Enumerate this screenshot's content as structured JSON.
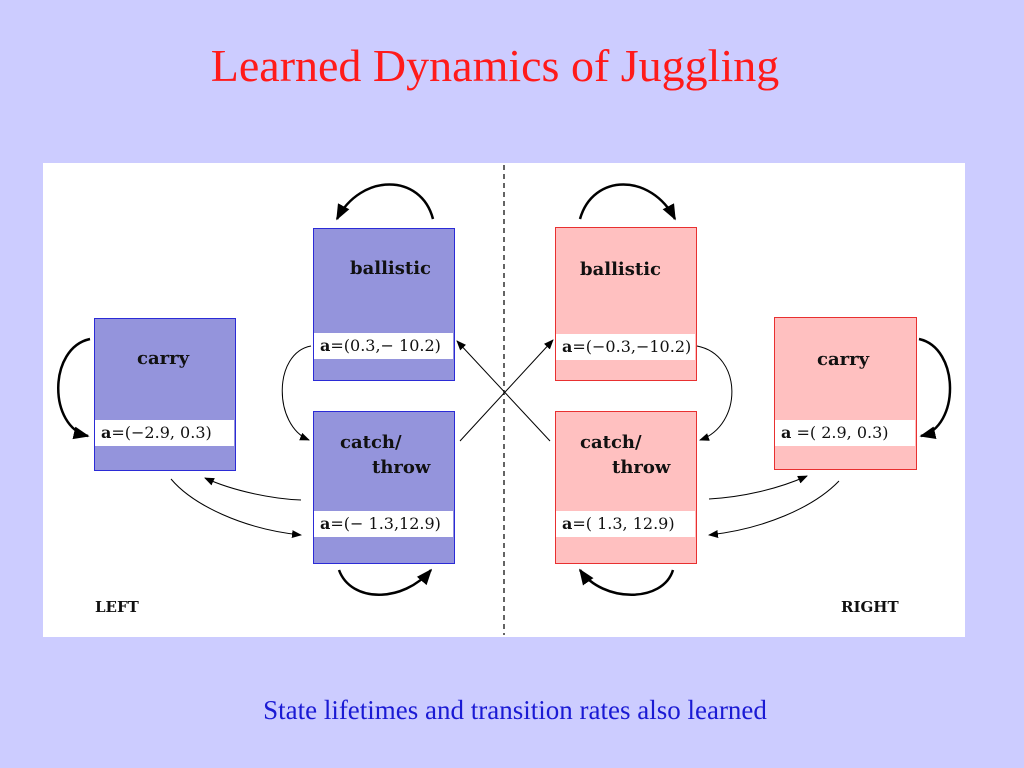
{
  "slide": {
    "title": "Learned Dynamics of Juggling",
    "caption": "State lifetimes and transition rates also learned"
  },
  "diagram": {
    "left_label": "LEFT",
    "right_label": "RIGHT",
    "colors": {
      "left_fill": "#9494dc",
      "left_border": "#2b2bd6",
      "right_fill": "#ffc0c0",
      "right_border": "#e83030"
    },
    "left": {
      "carry": {
        "name": "carry",
        "symbol": "a",
        "param": "=(−2.9, 0.3)"
      },
      "ballistic": {
        "name": "ballistic",
        "symbol": "a",
        "param": "=(0.3,− 10.2)"
      },
      "catch_throw": {
        "name_line1": "catch/",
        "name_line2": "throw",
        "symbol": "a",
        "param": "=(− 1.3,12.9)"
      }
    },
    "right": {
      "carry": {
        "name": "carry",
        "symbol": "a",
        "param": " =( 2.9, 0.3)"
      },
      "ballistic": {
        "name": "ballistic",
        "symbol": "a",
        "param": "=(−0.3,−10.2)"
      },
      "catch_throw": {
        "name_line1": "catch/",
        "name_line2": "throw",
        "symbol": "a",
        "param": "=( 1.3, 12.9)"
      }
    }
  }
}
